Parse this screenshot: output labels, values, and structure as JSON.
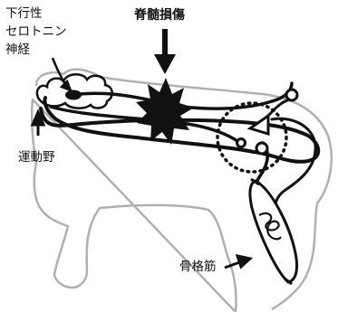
{
  "labels": {
    "serotonin_line1": "下行性",
    "serotonin_line2": "セロトニン",
    "serotonin_line3": "神経",
    "injury": "脊髄損傷",
    "motor_cortex": "運動野",
    "skeletal_muscle": "骨格筋"
  },
  "colors": {
    "ink": "#111111",
    "body_outline": "#b0b0b0",
    "background": "#ffffff"
  }
}
